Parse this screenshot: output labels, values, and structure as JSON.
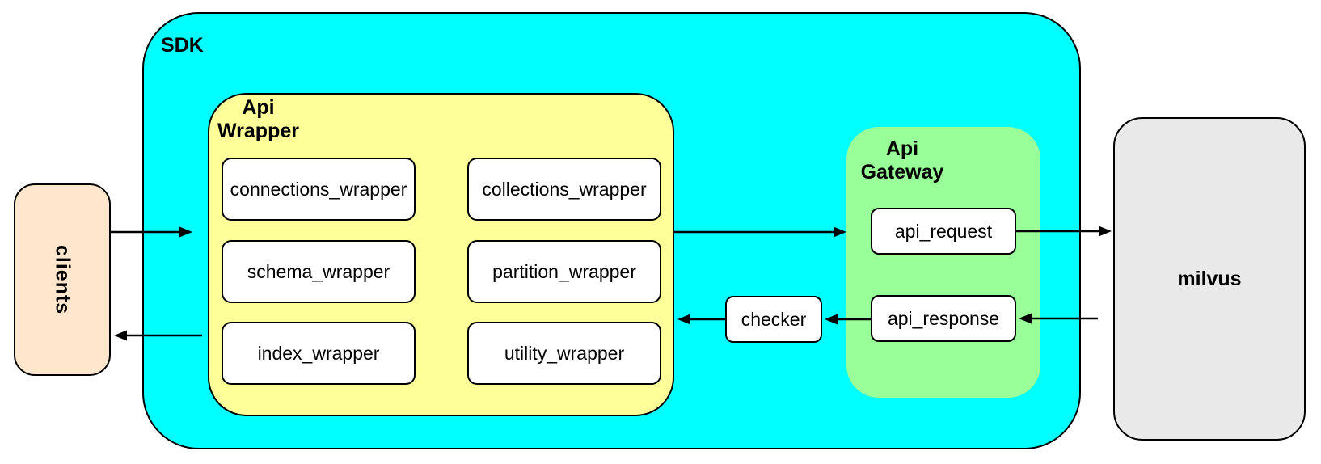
{
  "colors": {
    "sdk_fill": "#00ffff",
    "api_wrapper_fill": "#ffff99",
    "api_gateway_fill": "#99ff99",
    "clients_fill": "#ffe6cc",
    "milvus_fill": "#e9e9e9",
    "leaf_fill": "#ffffff",
    "border": "#000000",
    "arrow": "#000000"
  },
  "nodes": {
    "clients": {
      "label": "clients"
    },
    "sdk": {
      "label": "SDK"
    },
    "api_wrapper": {
      "label": [
        "Api",
        "Wrapper"
      ],
      "children": [
        {
          "label": "connections_wrapper"
        },
        {
          "label": "collections_wrapper"
        },
        {
          "label": "schema_wrapper"
        },
        {
          "label": "partition_wrapper"
        },
        {
          "label": "index_wrapper"
        },
        {
          "label": "utility_wrapper"
        }
      ]
    },
    "checker": {
      "label": "checker"
    },
    "api_gateway": {
      "label": [
        "Api",
        "Gateway"
      ],
      "children": [
        {
          "label": "api_request"
        },
        {
          "label": "api_response"
        }
      ]
    },
    "milvus": {
      "label": "milvus"
    }
  }
}
